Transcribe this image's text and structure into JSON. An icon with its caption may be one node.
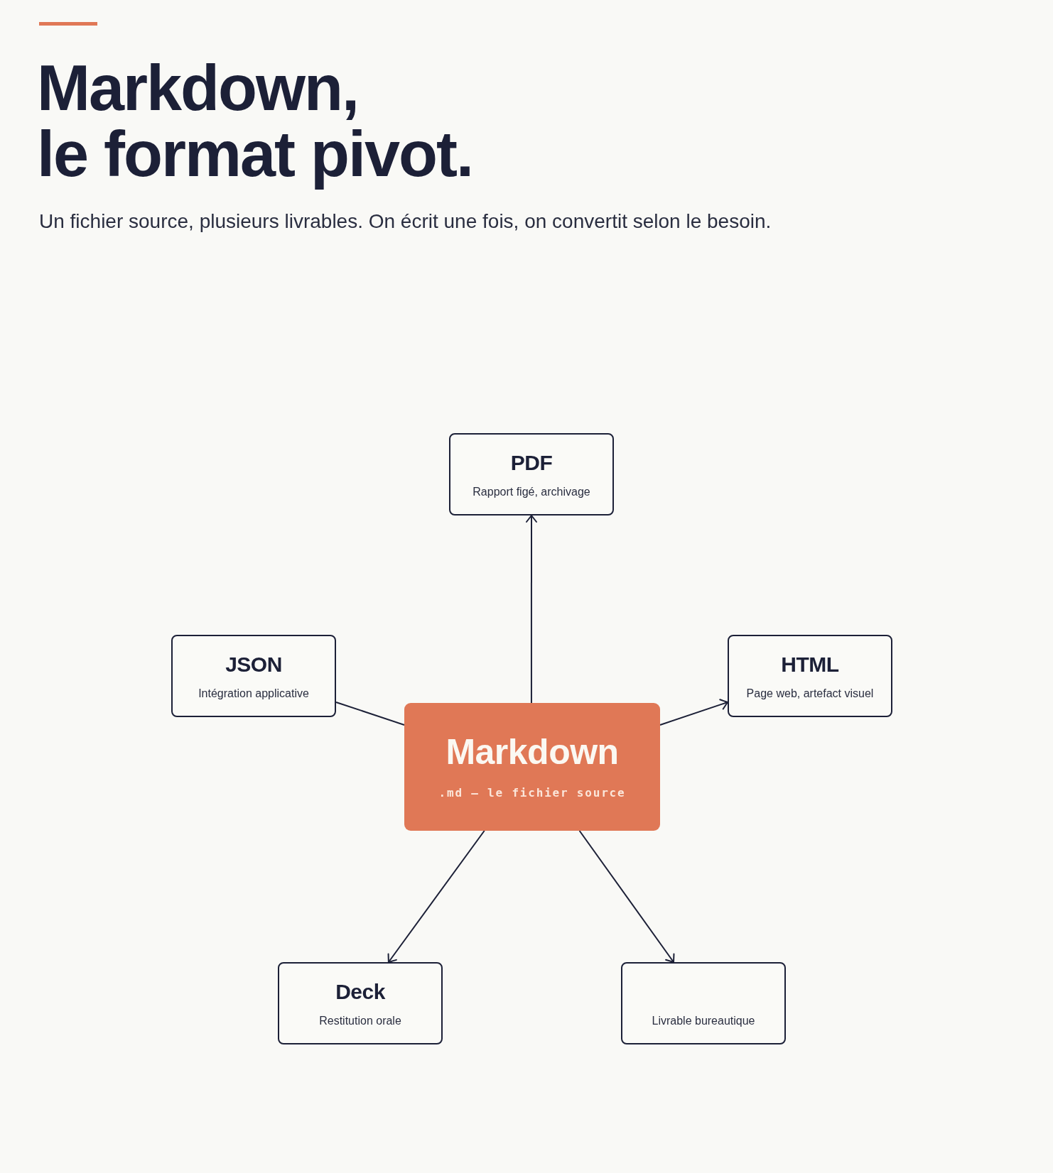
{
  "diagram": {
    "title": "Markdown, le format pivot.",
    "caption": "Un fichier source, plusieurs livrables. On écrit une fois, on convertit selon le besoin.",
    "nodes": [
      {
        "text": [
          "PDF",
          "Rapport figé, archivage"
        ]
      },
      {
        "text": [
          "JSON",
          "Intégration applicative"
        ]
      },
      {
        "text": [
          "HTML",
          "Page web, artefact visuel"
        ]
      },
      {
        "text": [
          "Markdown",
          ".md — le fichier source"
        ]
      },
      {
        "text": [
          "Deck",
          "Restitution orale"
        ]
      },
      {
        "text": [
          "Livrable bureautique"
        ]
      }
    ],
    "edges": [
      {
        "from": 3,
        "to": 0,
        "arrow": "to"
      },
      {
        "from": 3,
        "to": 1,
        "arrow": "none"
      },
      {
        "from": 3,
        "to": 2,
        "arrow": "to"
      },
      {
        "from": 3,
        "to": 4,
        "arrow": "to"
      },
      {
        "from": 3,
        "to": 5,
        "arrow": "to"
      }
    ]
  }
}
